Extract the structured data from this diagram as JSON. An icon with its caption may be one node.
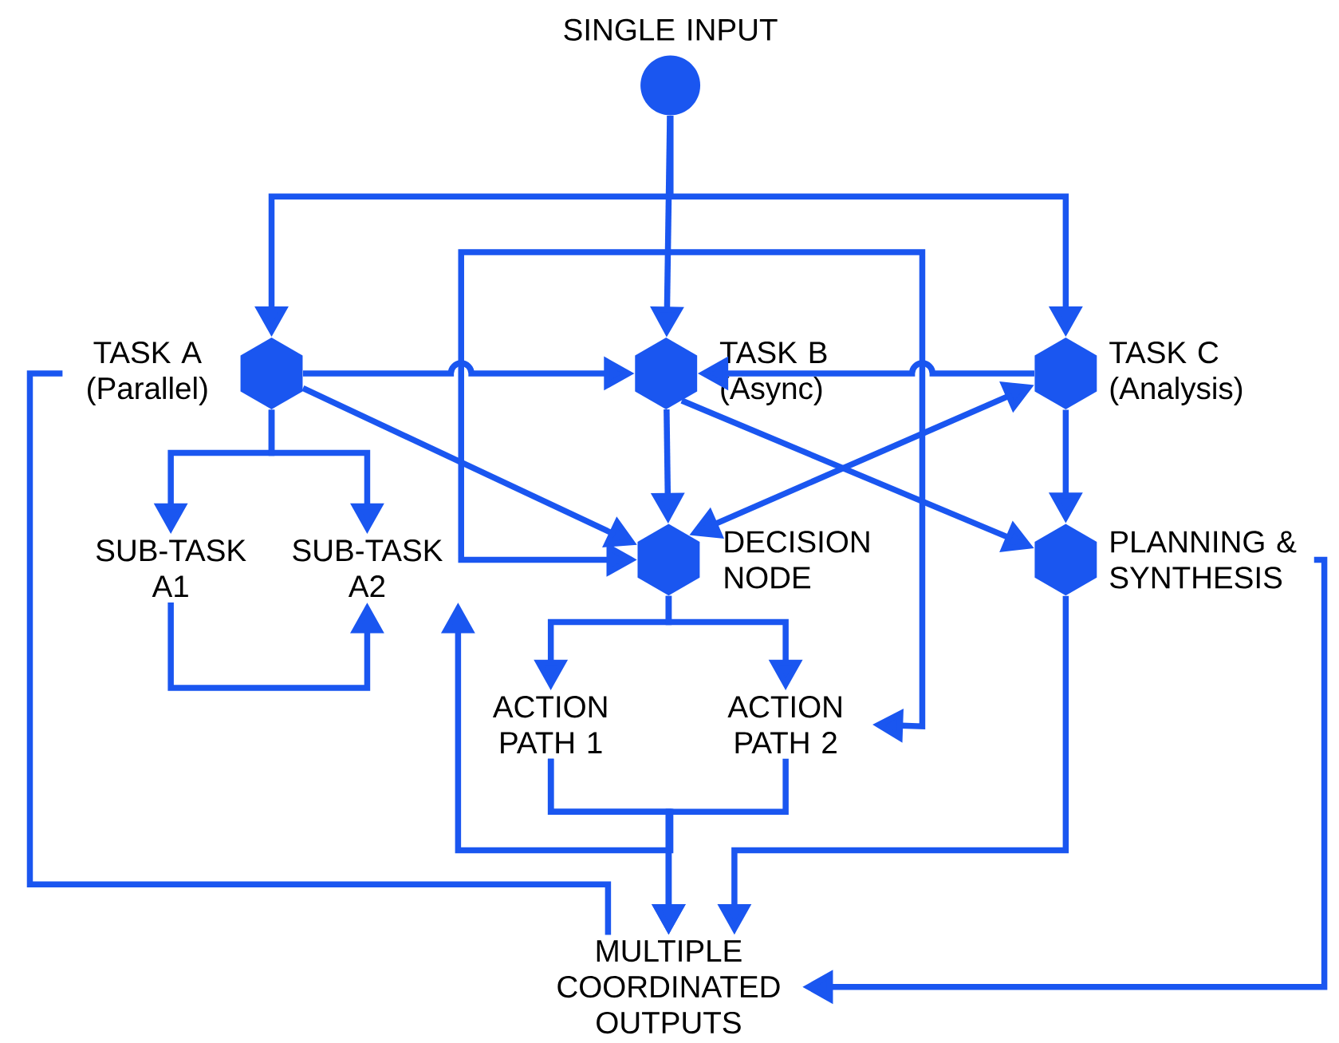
{
  "diagram": {
    "nodes": [
      {
        "text": [
          "SINGLE INPUT"
        ]
      },
      {
        "text": [
          "TASK A (Parallel)"
        ]
      },
      {
        "text": [
          "TASK B (Async)"
        ]
      },
      {
        "text": [
          "TASK C (Analysis)"
        ]
      },
      {
        "text": [
          "SUB-TASK A1"
        ]
      },
      {
        "text": [
          "SUB-TASK A2"
        ]
      },
      {
        "text": [
          "DECISION NODE"
        ]
      },
      {
        "text": [
          "PLANNING & SYNTHESIS"
        ]
      },
      {
        "text": [
          "ACTION PATH 1"
        ]
      },
      {
        "text": [
          "ACTION PATH 2"
        ]
      },
      {
        "text": [
          "MULTIPLE COORDINATED OUTPUTS"
        ]
      }
    ],
    "edges": [
      {
        "from": 0,
        "to": 1,
        "arrow": "to"
      },
      {
        "from": 0,
        "to": 2,
        "arrow": "to"
      },
      {
        "from": 0,
        "to": 3,
        "arrow": "to"
      },
      {
        "from": 1,
        "to": 2,
        "arrow": "to"
      },
      {
        "from": 1,
        "to": 6,
        "arrow": "to"
      },
      {
        "from": 1,
        "to": 4,
        "arrow": "to"
      },
      {
        "from": 1,
        "to": 5,
        "arrow": "to"
      },
      {
        "from": 4,
        "to": 5,
        "arrow": "to"
      },
      {
        "from": 3,
        "to": 2,
        "arrow": "to"
      },
      {
        "from": 3,
        "to": 6,
        "arrow": "both"
      },
      {
        "from": 2,
        "to": 6,
        "arrow": "to"
      },
      {
        "from": 2,
        "to": 7,
        "arrow": "to"
      },
      {
        "from": 3,
        "to": 7,
        "arrow": "to"
      },
      {
        "from": 6,
        "to": 8,
        "arrow": "to"
      },
      {
        "from": 6,
        "to": 9,
        "arrow": "to"
      },
      {
        "from": 6,
        "to": 9,
        "arrow": "both"
      },
      {
        "from": 8,
        "to": 10,
        "arrow": "to"
      },
      {
        "from": 9,
        "to": 10,
        "arrow": "to"
      },
      {
        "from": 8,
        "to": 5,
        "arrow": "to"
      },
      {
        "from": 7,
        "to": 10,
        "arrow": "to"
      },
      {
        "from": 10,
        "to": 1,
        "arrow": "none"
      },
      {
        "from": 7,
        "to": 10,
        "arrow": "to"
      }
    ]
  }
}
